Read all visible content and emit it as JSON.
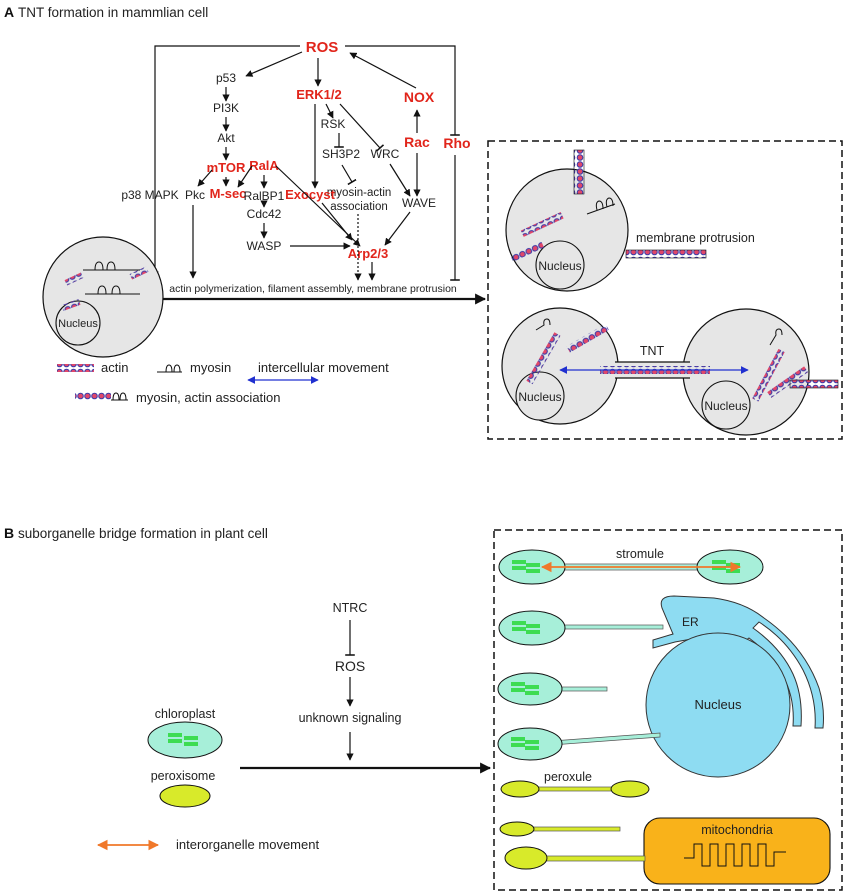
{
  "panel_a": {
    "letter": "A",
    "title": "TNT formation in mammlian cell",
    "nodes": {
      "ros": "ROS",
      "p53": "p53",
      "pi3k": "PI3K",
      "akt": "Akt",
      "mtor": "mTOR",
      "erk": "ERK1/2",
      "rsk": "RSK",
      "sh3p2": "SH3P2",
      "wrc": "WRC",
      "myoact1": "myosin-actin",
      "myoact2": "association",
      "nox": "NOX",
      "rac": "Rac",
      "rho": "Rho",
      "wave": "WAVE",
      "p38": "p38 MAPK",
      "pkc": "Pkc",
      "msec": "M-sec",
      "rala": "RalA",
      "ralbp1": "RalBP1",
      "cdc42": "Cdc42",
      "wasp": "WASP",
      "exocyst": "Exocyst",
      "arp": "Arp2/3",
      "outcome": "actin polymerization, filament assembly, membrane protrusion"
    },
    "cell_nucleus": "Nucleus",
    "box": {
      "membrane_protrusion": "membrane protrusion",
      "nucleus": "Nucleus",
      "tnt": "TNT"
    },
    "legend": {
      "actin": "actin",
      "myosin": "myosin",
      "intercellular": "intercellular movement",
      "myosin_actin": "myosin, actin association"
    }
  },
  "panel_b": {
    "letter": "B",
    "title": "suborganelle bridge formation in plant cell",
    "ntrc": "NTRC",
    "ros": "ROS",
    "unknown": "unknown signaling",
    "chloroplast": "chloroplast",
    "peroxisome": "peroxisome",
    "interorganelle": "interorganelle movement",
    "box": {
      "stromule": "stromule",
      "er": "ER",
      "nucleus": "Nucleus",
      "peroxule": "peroxule",
      "mitochondria": "mitochondria"
    }
  },
  "colors": {
    "red_text": "#e1251b",
    "actin_fill": "#e0476a",
    "actin_stroke": "#3a3aa8",
    "cell_fill": "#e6e6e6",
    "chloroplast": "#a7efd9",
    "thylakoid": "#3ddc52",
    "nucleus_er": "#8edcf2",
    "peroxisome": "#d8ea2a",
    "mitochondria": "#f9b21a",
    "orange_arrow": "#f0782a",
    "blue_arrow": "#2030d0"
  }
}
